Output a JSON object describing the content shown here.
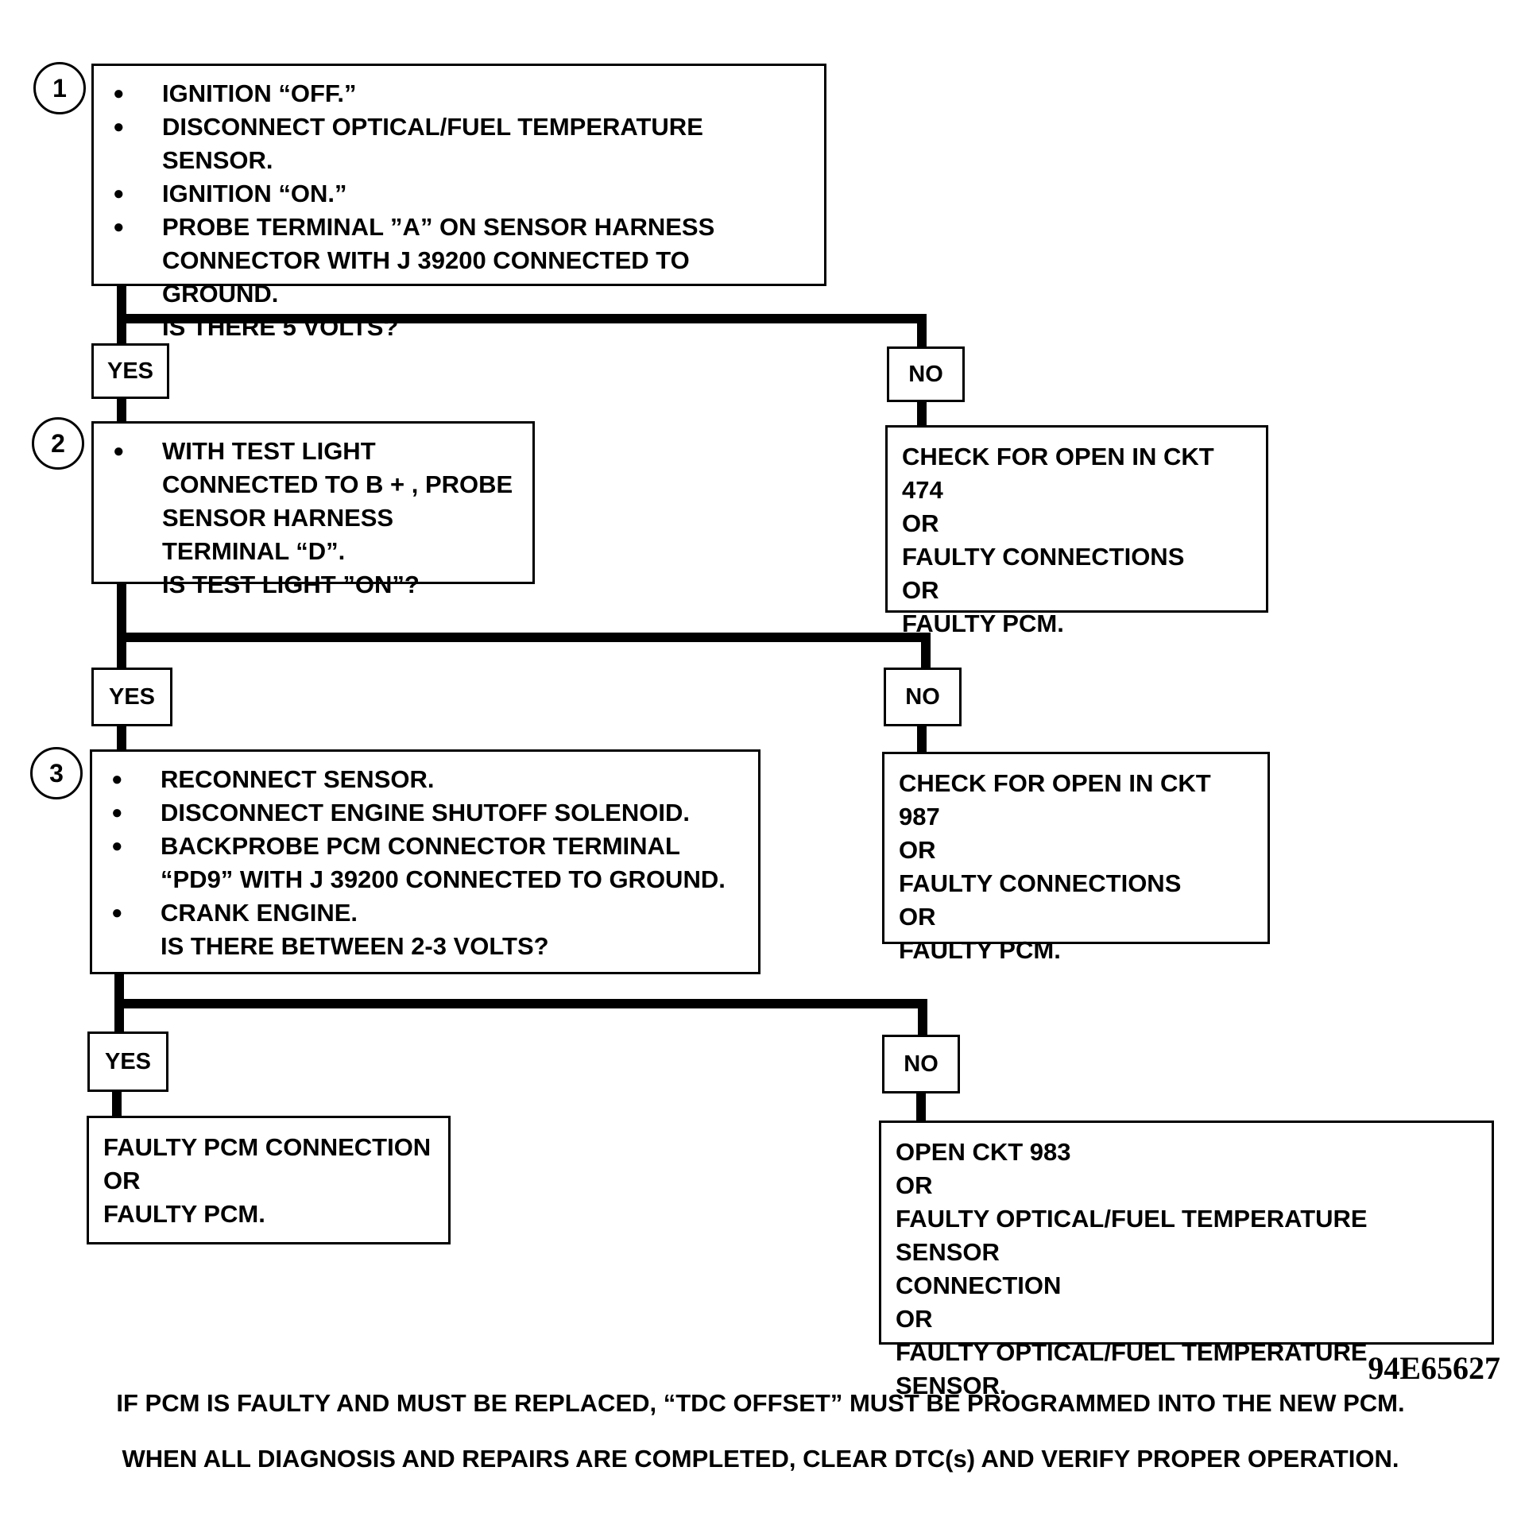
{
  "steps": [
    {
      "number": "1",
      "bullets": [
        "IGNITION “OFF.”",
        "DISCONNECT OPTICAL/FUEL TEMPERATURE SENSOR.",
        "IGNITION “ON.”",
        "PROBE TERMINAL ”A” ON SENSOR HARNESS CONNECTOR WITH J 39200 CONNECTED TO GROUND."
      ],
      "question": "IS THERE 5 VOLTS?"
    },
    {
      "number": "2",
      "bullets": [
        "WITH TEST LIGHT CONNECTED TO B + , PROBE SENSOR HARNESS TERMINAL “D”."
      ],
      "question": "IS TEST LIGHT ”ON”?"
    },
    {
      "number": "3",
      "bullets": [
        "RECONNECT SENSOR.",
        "DISCONNECT ENGINE SHUTOFF SOLENOID.",
        "BACKPROBE PCM CONNECTOR TERMINAL “PD9” WITH J 39200 CONNECTED TO GROUND.",
        "CRANK ENGINE."
      ],
      "question": "IS THERE BETWEEN 2-3 VOLTS?"
    }
  ],
  "labels": {
    "yes": "YES",
    "no": "NO"
  },
  "results": {
    "no1": [
      "CHECK FOR OPEN IN CKT 474",
      "OR",
      "FAULTY CONNECTIONS",
      "OR",
      "FAULTY PCM."
    ],
    "no2": [
      "CHECK FOR OPEN IN CKT 987",
      "OR",
      "FAULTY CONNECTIONS",
      "OR",
      "FAULTY PCM."
    ],
    "yes3": [
      "FAULTY PCM CONNECTION",
      "OR",
      "FAULTY PCM."
    ],
    "no3": [
      "OPEN CKT 983",
      "OR",
      "FAULTY OPTICAL/FUEL TEMPERATURE SENSOR",
      "CONNECTION",
      "OR",
      "FAULTY OPTICAL/FUEL TEMPERATURE SENSOR."
    ]
  },
  "figure_code": "94E65627",
  "notes": [
    "IF PCM IS FAULTY AND MUST BE REPLACED, “TDC OFFSET” MUST BE PROGRAMMED INTO THE NEW PCM.",
    "WHEN ALL DIAGNOSIS AND REPAIRS ARE COMPLETED, CLEAR DTC(s) AND VERIFY PROPER OPERATION."
  ]
}
